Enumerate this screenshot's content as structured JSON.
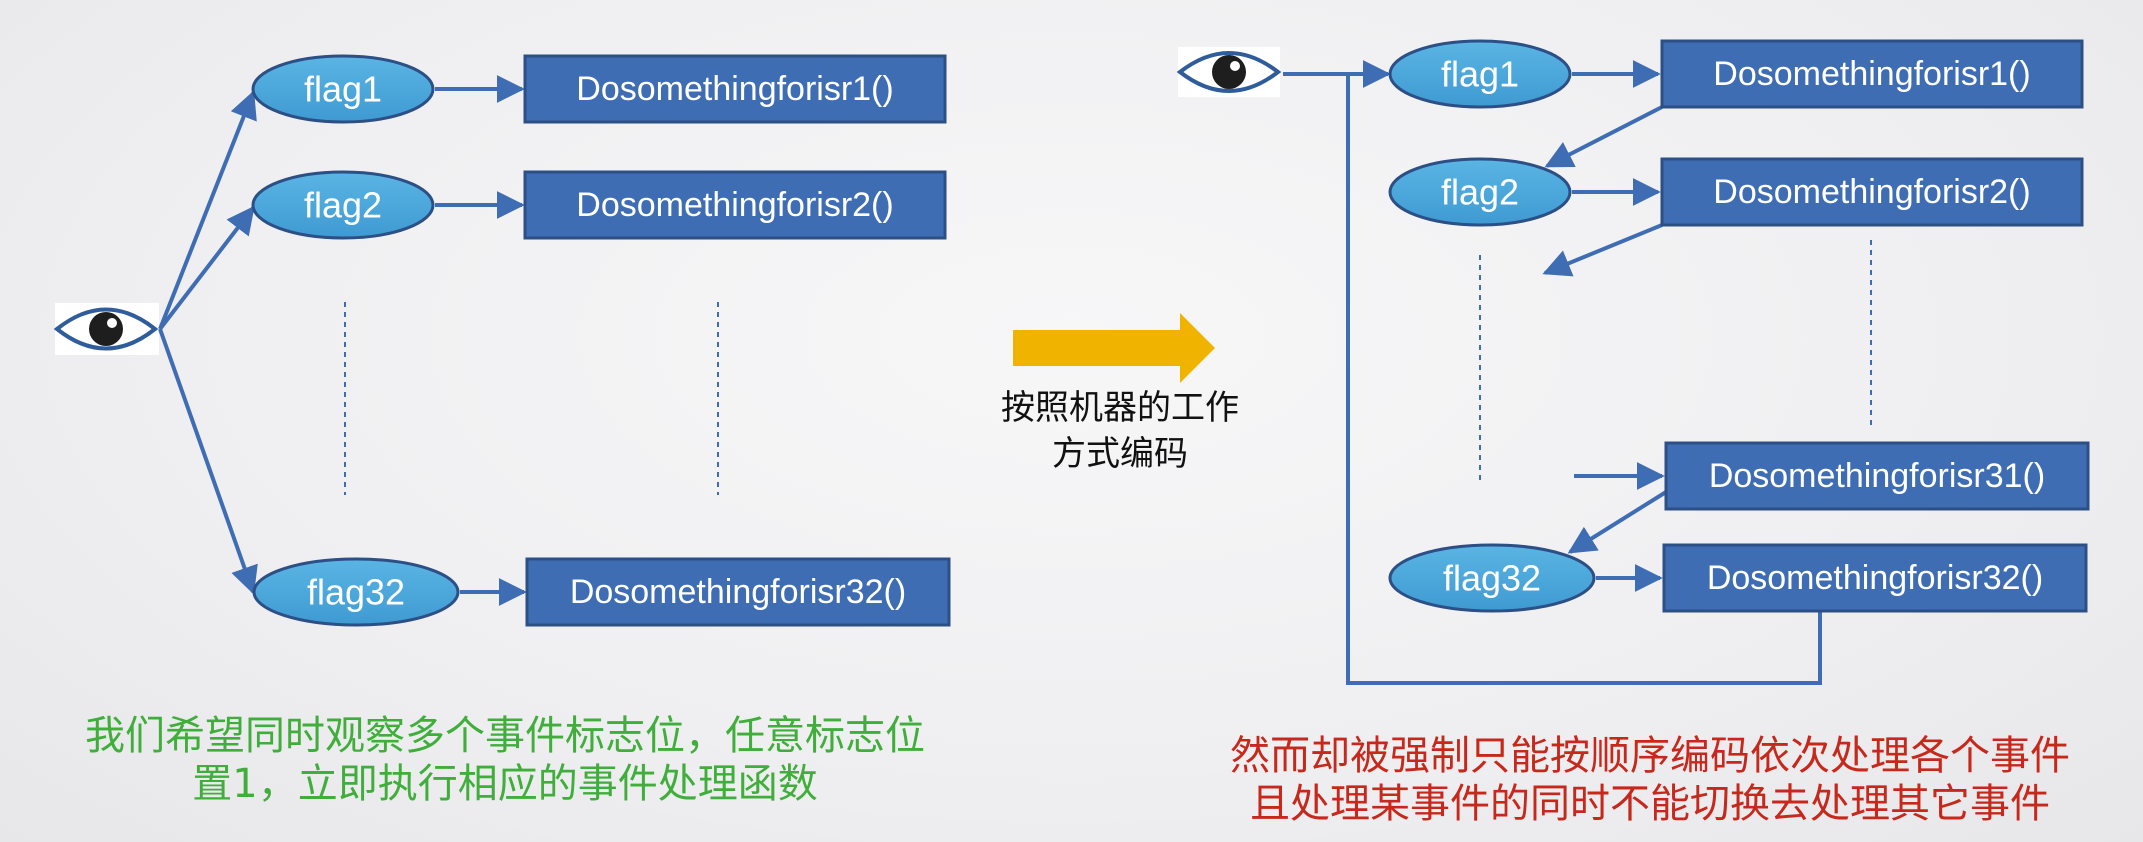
{
  "left_panel": {
    "flags": [
      "flag1",
      "flag2",
      "flag32"
    ],
    "functions": [
      "Dosomethingforisr1()",
      "Dosomethingforisr2()",
      "Dosomethingforisr32()"
    ],
    "caption_lines": [
      "我们希望同时观察多个事件标志位，任意标志位",
      "置1，立即执行相应的事件处理函数"
    ]
  },
  "transition": {
    "label_lines": [
      "按照机器的工作",
      "方式编码"
    ]
  },
  "right_panel": {
    "flags": [
      "flag1",
      "flag2",
      "flag32"
    ],
    "functions": [
      "Dosomethingforisr1()",
      "Dosomethingforisr2()",
      "Dosomethingforisr31()",
      "Dosomethingforisr32()"
    ],
    "caption_lines": [
      "然而却被强制只能按顺序编码依次处理各个事件",
      "且处理某事件的同时不能切换去处理其它事件"
    ]
  },
  "colors": {
    "node_fill": "#3f6db4",
    "ellipse_fill": "#49a9dc",
    "node_border": "#2c4f86",
    "connector": "#3f6db4",
    "transition_arrow": "#f0b400",
    "caption_left": "#3fae3a",
    "caption_right": "#c8281b"
  },
  "icons": [
    "eye-icon",
    "eye-icon"
  ]
}
